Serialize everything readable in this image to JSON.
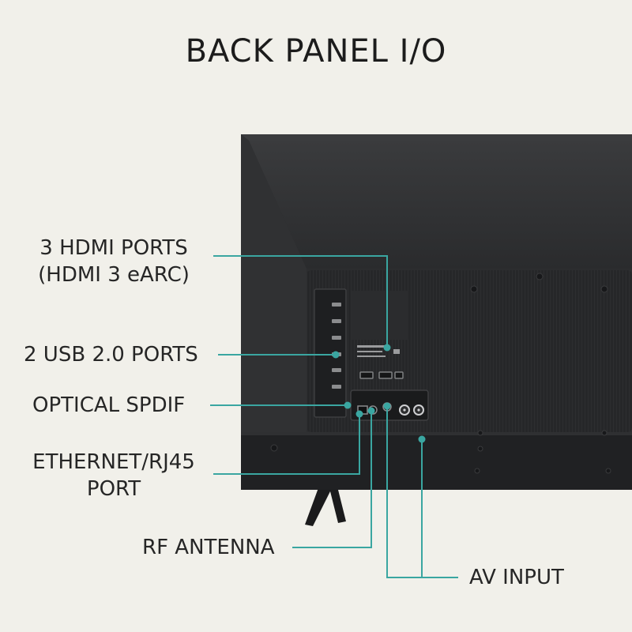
{
  "title": "BACK PANEL I/O",
  "accent_color": "#3aa6a1",
  "callouts": {
    "hdmi": {
      "line1": "3 HDMI PORTS",
      "line2": "(HDMI 3 eARC)"
    },
    "usb": {
      "label": "2 USB 2.0 PORTS"
    },
    "optical": {
      "label": "OPTICAL SPDIF"
    },
    "ethernet": {
      "line1": "ETHERNET/RJ45",
      "line2": "PORT"
    },
    "rf": {
      "label": "RF ANTENNA"
    },
    "av": {
      "label": "AV INPUT"
    }
  }
}
